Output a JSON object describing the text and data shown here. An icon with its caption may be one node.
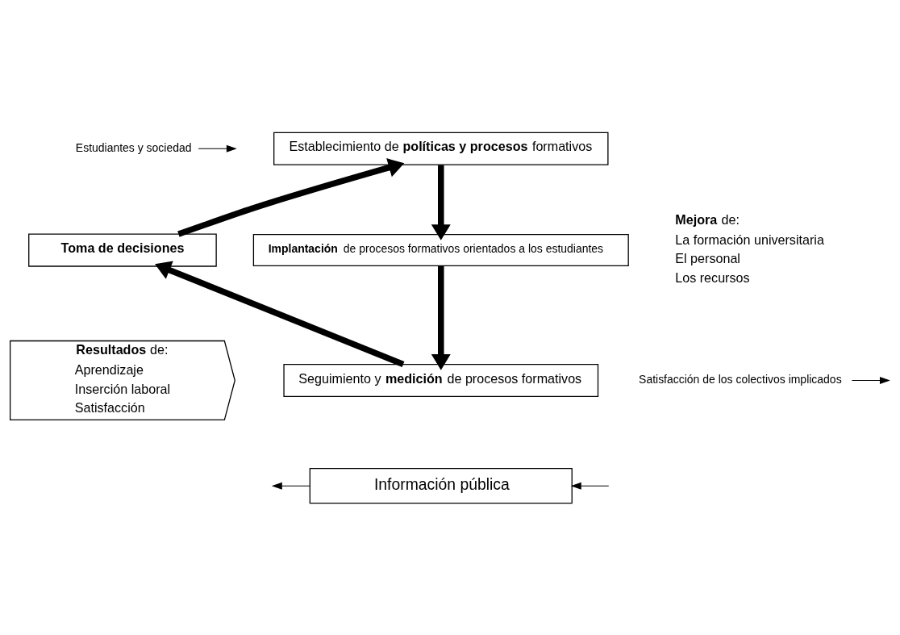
{
  "diagram": {
    "nodes": [
      {
        "text": [
          "Estudiantes y sociedad"
        ]
      },
      {
        "text": [
          "Establecimiento de **políticas y procesos** formativos"
        ]
      },
      {
        "text": [
          "Toma de decisiones"
        ]
      },
      {
        "text": [
          "**Implantación** de procesos formativos orientados a los estudiantes"
        ]
      },
      {
        "text": [
          "**Resultados** de:",
          "Aprendizaje",
          "Inserción laboral",
          "Satisfacción"
        ]
      },
      {
        "text": [
          "Seguimiento y **medición** de procesos formativos"
        ]
      },
      {
        "text": [
          "Satisfacción de los colectivos implicados"
        ]
      },
      {
        "text": [
          "Información pública"
        ]
      }
    ],
    "edges": [
      {
        "from": 0,
        "to": null,
        "arrow": "to"
      },
      {
        "from": 2,
        "to": 1,
        "arrow": "to",
        "style": "thick"
      },
      {
        "from": 1,
        "to": 3,
        "arrow": "to",
        "style": "thick"
      },
      {
        "from": 3,
        "to": 5,
        "arrow": "to",
        "style": "thick"
      },
      {
        "from": 5,
        "to": 2,
        "arrow": "to",
        "style": "thick"
      },
      {
        "from": 6,
        "to": null,
        "arrow": "to"
      },
      {
        "from": 7,
        "to": null,
        "arrow": "to"
      },
      {
        "from": null,
        "to": 7,
        "arrow": "to"
      }
    ],
    "labels": [
      "**Mejora** de:",
      "La formación universitaria",
      "El personal",
      "Los recursos"
    ]
  }
}
